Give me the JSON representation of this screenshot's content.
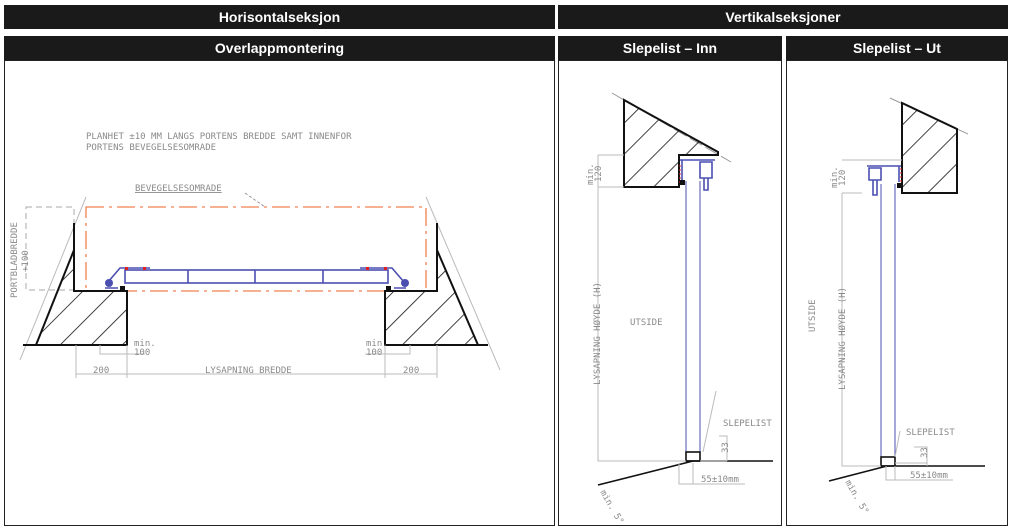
{
  "headers": {
    "horizontal": "Horisontalseksjon",
    "vertical": "Vertikalseksjoner",
    "overlap": "Overlappmontering",
    "seal_in": "Slepelist – Inn",
    "seal_out": "Slepelist – Ut"
  },
  "horizontal_drawing": {
    "note_line1": "PLANHET ±10 MM LANGS PORTENS BREDDE SAMT INNENFOR",
    "note_line2": "PORTENS BEVEGELSESOMRADE",
    "movement_area": "BEVEGELSESOMRADE",
    "door_width": "PORTBLADBREDDE",
    "door_width_plus": "+100",
    "min_label": "min.",
    "min_value": "100",
    "side_dim": "200",
    "opening_width": "LYSAPNING BREDDE"
  },
  "vertical_drawing": {
    "min_label": "min.",
    "min_value": "120",
    "opening_height": "LYSAPNING HØYDE (H)",
    "outside": "UTSIDE",
    "seal": "SLEPELIST",
    "seal_height": "33",
    "gap": "55±10mm",
    "slope": "min. 5°"
  },
  "colors": {
    "header_bg": "#1a1a1a",
    "door": "#4a4fb0",
    "movement": "#f08050",
    "seal": "#e02020"
  }
}
